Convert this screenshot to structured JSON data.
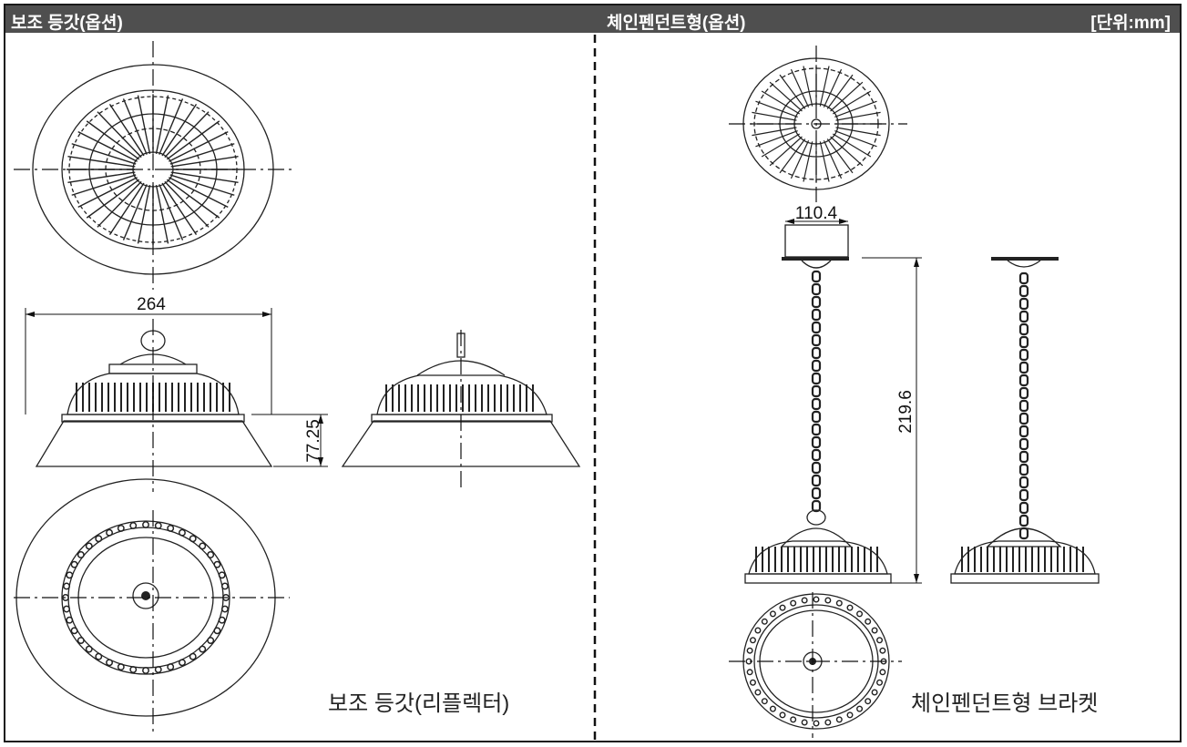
{
  "header": {
    "left_title": "보조 등갓(옵션)",
    "center_title": "체인펜던트형(옵션)",
    "unit_label": "[단위:mm]"
  },
  "left_panel": {
    "dim_width": "264",
    "dim_height": "77.25",
    "caption": "보조 등갓(리플렉터)"
  },
  "right_panel": {
    "dim_width": "110.4",
    "dim_height": "219.6",
    "caption": "체인펜던트형 브라켓"
  }
}
